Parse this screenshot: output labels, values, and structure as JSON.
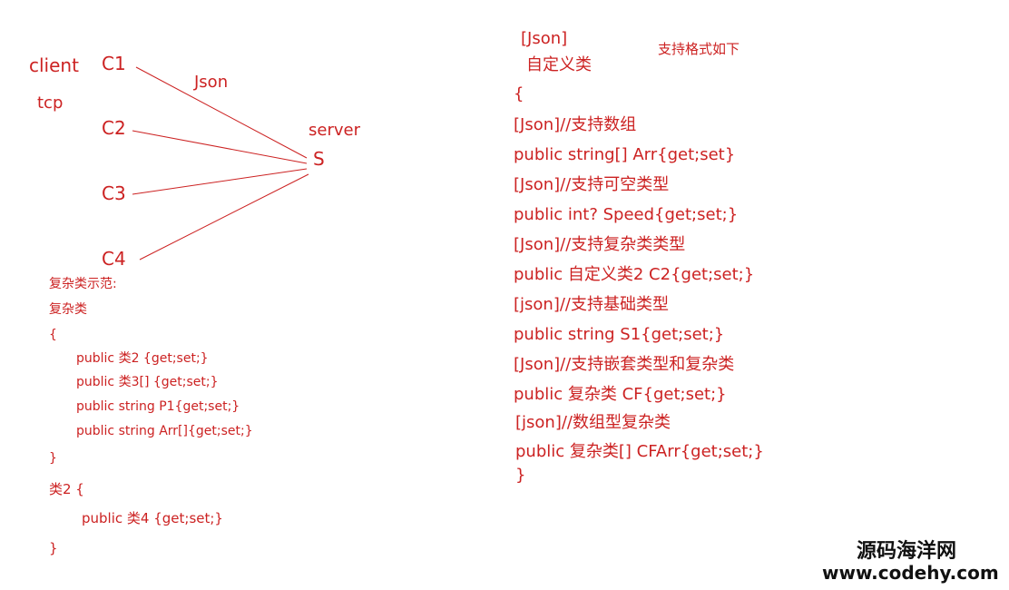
{
  "labels": {
    "client": "client",
    "tcp": "tcp",
    "c1": "C1",
    "c2": "C2",
    "c3": "C3",
    "c4": "C4",
    "json": "Json",
    "server": "server",
    "s": "S"
  },
  "left_code": [
    "复杂类示范:",
    "复杂类",
    "{",
    "public 类2 {get;set;}",
    "public 类3[] {get;set;}",
    "public string P1{get;set;}",
    "public string Arr[]{get;set;}",
    "}",
    "类2 {",
    "public 类4 {get;set;}",
    "}"
  ],
  "right_header": {
    "json_tag": "[Json]",
    "custom_class": "自定义类",
    "formats_note": "支持格式如下"
  },
  "right_code": [
    "{",
    "[Json]//支持数组",
    "public string[] Arr{get;set}",
    "[Json]//支持可空类型",
    "public int? Speed{get;set;}",
    "[Json]//支持复杂类类型",
    "public 自定义类2 C2{get;set;}",
    "[json]//支持基础类型",
    "public string S1{get;set;}",
    "[Json]//支持嵌套类型和复杂类",
    "public 复杂类 CF{get;set;}",
    "[json]//数组型复杂类",
    "public 复杂类[] CFArr{get;set;}",
    "}"
  ],
  "watermark": {
    "line1": "源码海洋网",
    "line2": "www.codehy.com"
  }
}
